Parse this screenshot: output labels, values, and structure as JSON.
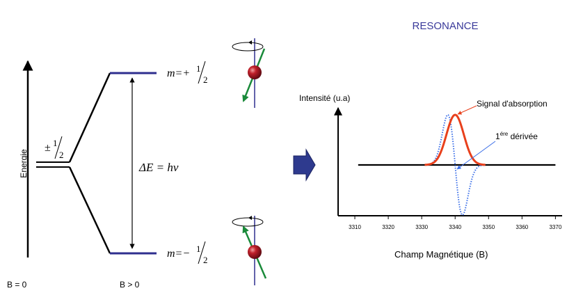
{
  "title": "RESONANCE",
  "energy_diagram": {
    "y_axis_label": "Energie",
    "degenerate_label_sign": "±",
    "degenerate_label_num": "1",
    "degenerate_label_den": "2",
    "upper_level": {
      "prefix": "m=+",
      "num": "1",
      "den": "2"
    },
    "lower_level": {
      "prefix": "m=−",
      "num": "1",
      "den": "2"
    },
    "gap_label": "ΔE = hν",
    "field_zero_label": "B = 0",
    "field_on_label": "B > 0"
  },
  "colors": {
    "title": "#3a3a9a",
    "level_line": "#2e2e8e",
    "absorption": "#e8401c",
    "derivative": "#3a6ee8",
    "spin_ball": "#8b0f1a",
    "spin_arrow": "#1a8a3a",
    "big_arrow": "#2e3a8e"
  },
  "chart_data": {
    "type": "line",
    "ylabel": "Intensité (u.a)",
    "xlabel": "Champ Magnétique (B)",
    "xlim": [
      3305,
      3372
    ],
    "x_ticks": [
      3310,
      3320,
      3330,
      3340,
      3350,
      3360,
      3370
    ],
    "baseline_x": [
      3311,
      3370
    ],
    "series": [
      {
        "name": "Signal d'absorption",
        "kind": "absorption",
        "center": 3340,
        "width": 2.6,
        "amplitude": 1.0
      },
      {
        "name": "1ére dérivée",
        "kind": "derivative",
        "center": 3340,
        "width": 2.2,
        "amplitude": 1.0
      }
    ],
    "annotations": {
      "absorption_label": "Signal d'absorption",
      "derivative_label_base": "1",
      "derivative_label_sup": "ére",
      "derivative_label_rest": " dérivée"
    }
  }
}
